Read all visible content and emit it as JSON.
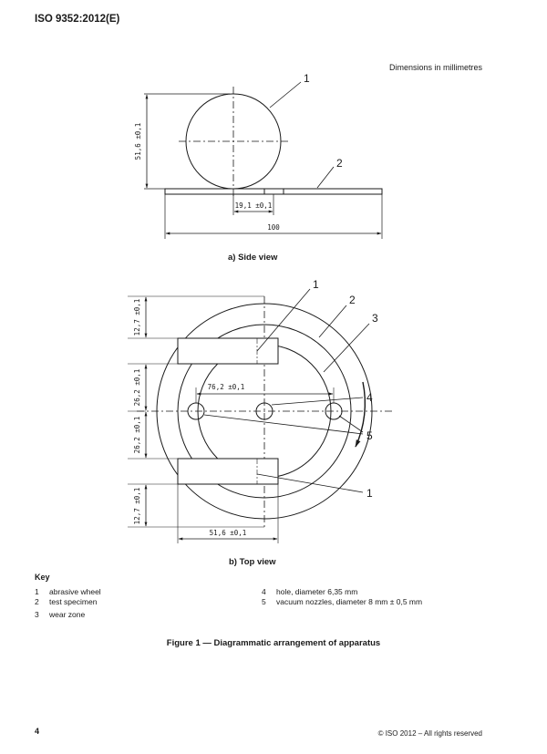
{
  "header": {
    "standard_id": "ISO 9352:2012(E)"
  },
  "dimensions_note": "Dimensions in millimetres",
  "side_view": {
    "caption": "a)   Side view",
    "callouts": [
      "1",
      "2"
    ],
    "dims": {
      "wheel_diameter": "51,6 ±0,1",
      "offset": "19,1 ±0,1",
      "length": "100"
    }
  },
  "top_view": {
    "caption": "b)   Top view",
    "callouts": [
      "1",
      "2",
      "3",
      "4",
      "5",
      "1"
    ],
    "dims": {
      "top_left": "12,7 ±0,1",
      "upper_mid": "26,2 ±0,1",
      "lower_mid": "26,2 ±0,1",
      "bottom_left": "12,7 ±0,1",
      "nozzle_spacing": "76,2 ±0,1",
      "wheel_width": "51,6 ±0,1"
    }
  },
  "key": {
    "title": "Key",
    "items": [
      {
        "n": "1",
        "label": "abrasive wheel"
      },
      {
        "n": "2",
        "label": "test specimen"
      },
      {
        "n": "3",
        "label": "wear zone"
      },
      {
        "n": "4",
        "label": "hole, diameter 6,35 mm"
      },
      {
        "n": "5",
        "label": "vacuum nozzles, diameter 8 mm ± 0,5 mm"
      }
    ]
  },
  "figure_caption": "Figure 1 — Diagrammatic arrangement of apparatus",
  "footer": {
    "page_number": "4",
    "copyright": "© ISO 2012 – All rights reserved"
  }
}
